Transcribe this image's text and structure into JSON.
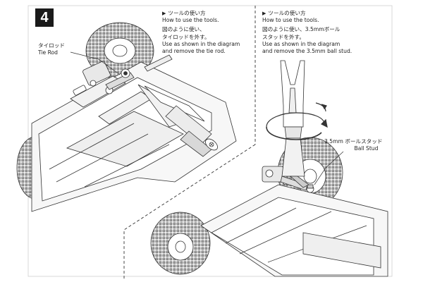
{
  "step": {
    "number": "4"
  },
  "left_instruction": {
    "heading": "ツールの使い方",
    "lines": [
      "How to use the tools.",
      "図のように使い、",
      "タイロッドを外す。",
      "Use as shown in the diagram",
      "and remove the tie rod."
    ]
  },
  "right_instruction": {
    "heading": "ツールの使い方",
    "lines": [
      "How to use the tools.",
      "図のように使い、3.5mmボール",
      "スタッドを外す。",
      "Use as shown in the diagram",
      "and remove the 3.5mm ball stud."
    ]
  },
  "callouts": {
    "tie_rod": {
      "jp": "タイロッド",
      "en": "Tie Rod"
    },
    "ball_stud": {
      "jp": "3.5mm ボールスタッド",
      "en": "Ball Stud"
    }
  },
  "icons": {
    "arrow": "triangle-right-icon",
    "rotate": "rotation-arrow-icon"
  }
}
